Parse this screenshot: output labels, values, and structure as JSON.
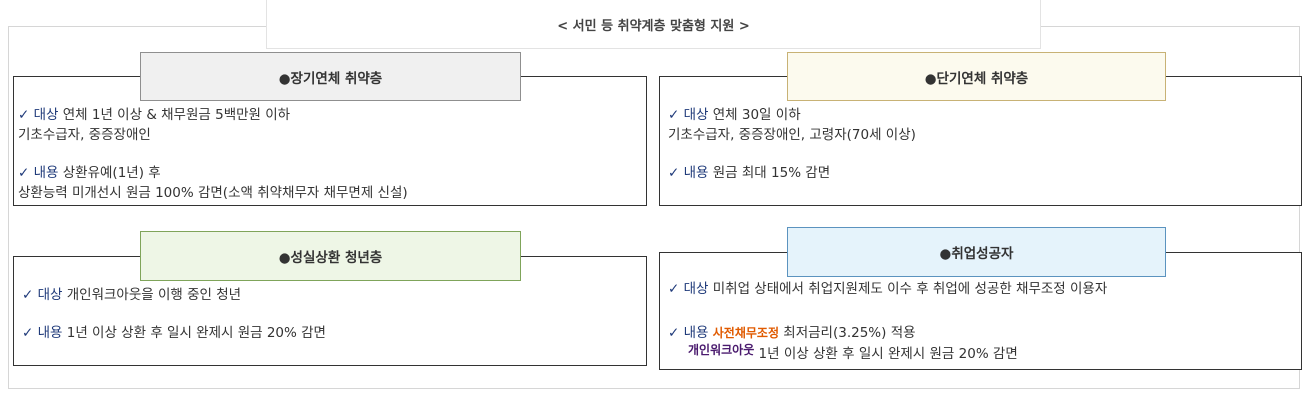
{
  "title": "< 서민 등 취약계층 맞춤형 지원 >",
  "check_mark": "✓",
  "sections": [
    {
      "header": "●장기연체 취약층",
      "target_label": "대상",
      "target_lines": [
        "연체 1년 이상 & 채무원금 5백만원 이하",
        "기초수급자, 중증장애인"
      ],
      "content_label": "내용",
      "content_lines": [
        "상환유예(1년) 후",
        "상환능력 미개선시 원금 100% 감면(소액 취약채무자 채무면제 신설)"
      ]
    },
    {
      "header": "●단기연체 취약층",
      "target_label": "대상",
      "target_lines": [
        "연체 30일 이하",
        "기초수급자, 중증장애인, 고령자(70세 이상)"
      ],
      "content_label": "내용",
      "content_lines": [
        "원금 최대 15% 감면"
      ]
    },
    {
      "header": "●성실상환 청년층",
      "target_label": "대상",
      "target_lines": [
        "개인워크아웃을 이행 중인 청년"
      ],
      "content_label": "내용",
      "content_lines": [
        "1년 이상 상환 후 일시 완제시 원금 20% 감면"
      ]
    },
    {
      "header": "●취업성공자",
      "target_label": "대상",
      "target_lines": [
        "미취업 상태에서 취업지원제도 이수 후 취업에 성공한 채무조정 이용자"
      ],
      "content_label": "내용",
      "sub_items": [
        {
          "tag": "사전채무조정",
          "text": "최저금리(3.25%) 적용"
        },
        {
          "tag": "개인워크아웃",
          "text": "1년 이상 상환 후 일시 완제시 원금 20% 감면"
        }
      ]
    }
  ]
}
